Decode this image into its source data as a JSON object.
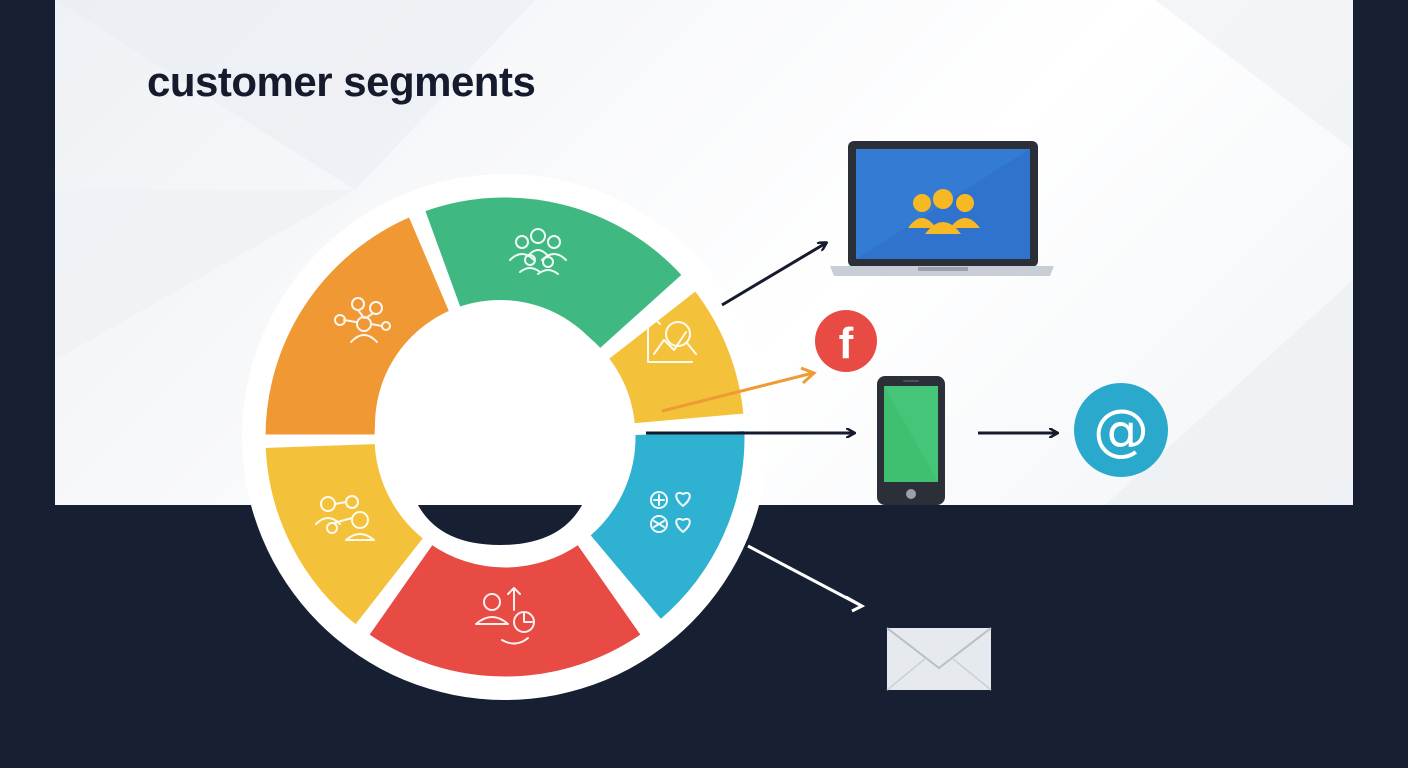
{
  "title": "customer segments",
  "colors": {
    "background": "#172032",
    "panel": "#f7f8fa",
    "title_text": "#151a2c",
    "segment_orange": "#ef9834",
    "segment_green": "#3fb981",
    "segment_yellow_upper": "#f4c23a",
    "segment_cyan": "#2fb1d1",
    "segment_red": "#e84a44",
    "segment_yellow_lower": "#f4c23a",
    "arrow_dark": "#151a2c",
    "arrow_orange": "#ef9b34",
    "arrow_white": "#ffffff",
    "laptop_screen": "#2f73cf",
    "people_icon": "#f6b923",
    "facebook": "#e84a44",
    "phone_screen": "#3fbf70",
    "email_at": "#2aa9cd"
  },
  "segments": [
    {
      "name": "segment-orange",
      "color": "#ef9834",
      "icon": "community-network-icon"
    },
    {
      "name": "segment-green",
      "color": "#3fb981",
      "icon": "group-people-icon"
    },
    {
      "name": "segment-yellow-upper",
      "color": "#f4c23a",
      "icon": "analytics-magnifier-icon"
    },
    {
      "name": "segment-cyan",
      "color": "#2fb1d1",
      "icon": "hearts-interests-icon"
    },
    {
      "name": "segment-red",
      "color": "#e84a44",
      "icon": "person-growth-icon"
    },
    {
      "name": "segment-yellow-lower",
      "color": "#f4c23a",
      "icon": "connected-people-icon"
    }
  ],
  "channels": [
    {
      "name": "laptop",
      "icon": "laptop-people-icon"
    },
    {
      "name": "facebook",
      "icon": "facebook-icon",
      "label": "f"
    },
    {
      "name": "mobile",
      "icon": "smartphone-icon"
    },
    {
      "name": "email-at",
      "icon": "at-sign-icon",
      "label": "@"
    },
    {
      "name": "envelope",
      "icon": "envelope-icon"
    }
  ]
}
